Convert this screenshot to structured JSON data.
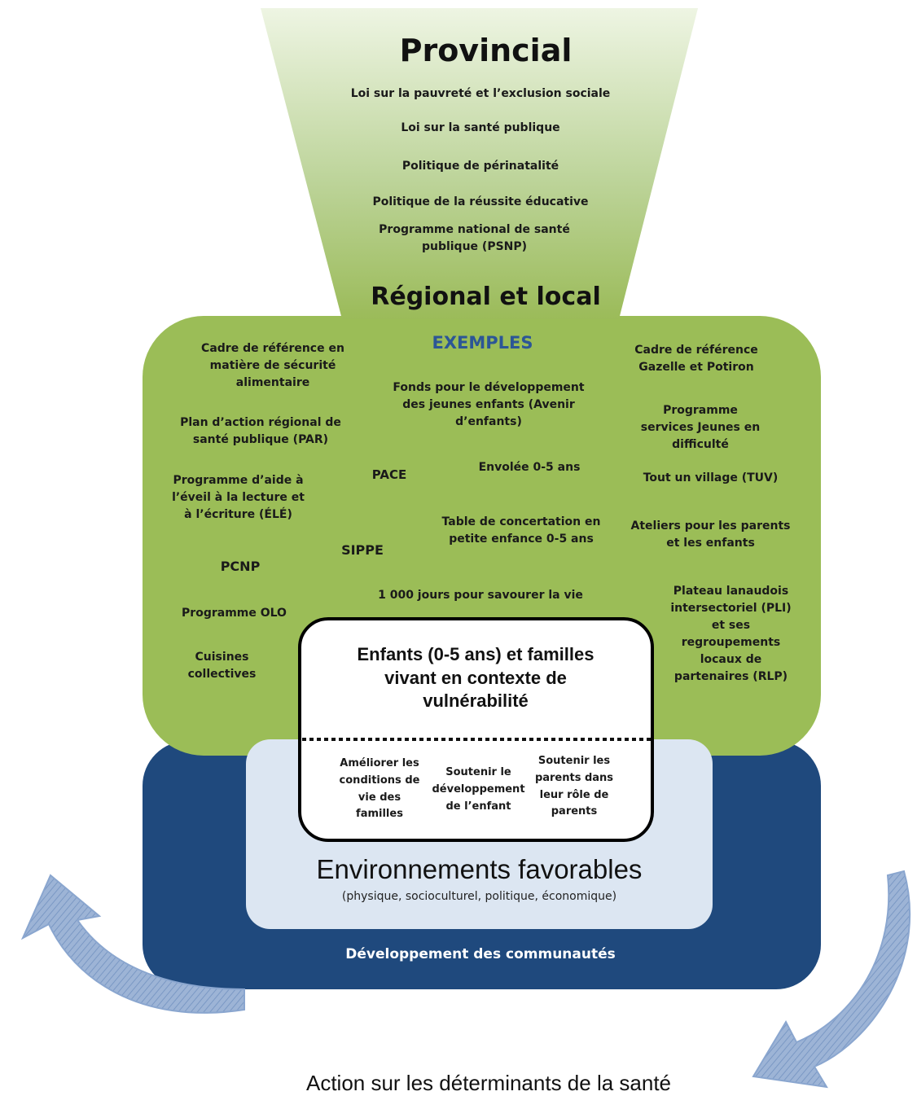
{
  "colors": {
    "green_light": "#eef5e3",
    "green_mid": "#9bbb59",
    "green_box": "#9bbd57",
    "navy": "#1f497d",
    "light_blue": "#dce6f2",
    "exemples_blue": "#2c5696",
    "arrow_blue": "#8eaad1"
  },
  "provincial": {
    "title": "Provincial",
    "items": [
      "Loi sur la pauvreté et  l’exclusion sociale",
      "Loi sur la santé publique",
      "Politique de périnatalité",
      "Politique de la réussite éducative",
      "Programme national de santé publique (PSNP)"
    ]
  },
  "regional": {
    "title": "Régional et local",
    "examples_label": "EXEMPLES",
    "left": [
      "Cadre de référence en matière de sécurité alimentaire",
      "Plan d’action régional de santé publique (PAR)",
      "Programme d’aide à l’éveil à la lecture et à l’écriture (ÉLÉ)",
      "PCNP",
      "Programme OLO",
      "Cuisines collectives"
    ],
    "center": [
      "Fonds pour le développement des jeunes enfants (Avenir d’enfants)",
      "PACE",
      "Envolée 0-5 ans",
      "Table de concertation en petite enfance 0-5 ans",
      "SIPPE",
      "1 000 jours pour savourer la vie"
    ],
    "right": [
      "Cadre de référence Gazelle et Potiron",
      "Programme services Jeunes en difficulté",
      "Tout un village (TUV)",
      "Ateliers pour les parents et les enfants",
      "Plateau lanaudois intersectoriel (PLI) et ses regroupements locaux de partenaires (RLP)"
    ]
  },
  "center_box": {
    "title": "Enfants (0-5 ans) et familles vivant en contexte de vulnérabilité",
    "goals": [
      "Améliorer les conditions de vie des familles",
      "Soutenir le développement de l’enfant",
      "Soutenir les parents dans leur rôle de parents"
    ]
  },
  "environment": {
    "title": "Environnements favorables",
    "subtitle": "(physique, socioculturel, politique, économique)"
  },
  "community": {
    "label": "Développement des communautés"
  },
  "action": {
    "label": "Action sur les déterminants de la santé",
    "left_arrow_icon": "curved-arrow-up-left",
    "right_arrow_icon": "curved-arrow-down-right"
  }
}
